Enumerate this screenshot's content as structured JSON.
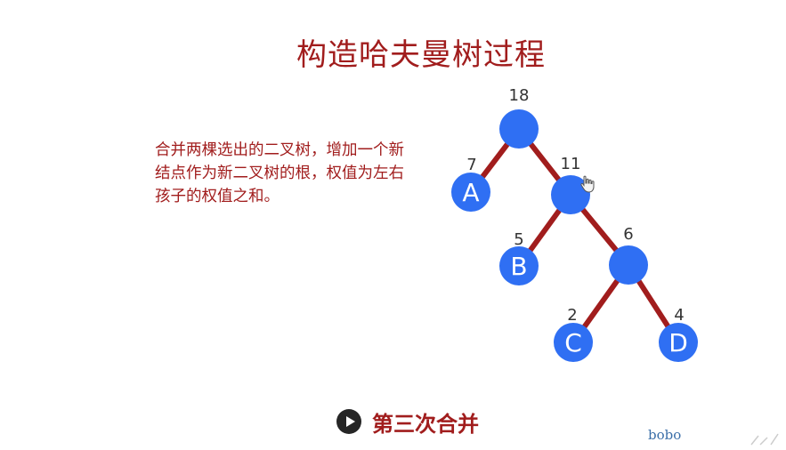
{
  "title": "构造哈夫曼树过程",
  "description_lines": [
    "合并两棵选出的二叉树，增加一个新",
    "结点作为新二叉树的根，权值为左右",
    "孩子的权值之和。"
  ],
  "caption": "第三次合并",
  "watermark": "bobo",
  "colors": {
    "title": "#a11d1d",
    "node": "#2f6ff3",
    "edge": "#a11d1d",
    "weight_label": "#333333",
    "watermark": "#3a6ea8"
  },
  "icons": {
    "play": "play-circle-icon",
    "cursor": "hand-pointer-icon"
  },
  "tree": {
    "nodes": [
      {
        "id": "n18",
        "label": "",
        "weight": "18"
      },
      {
        "id": "nA",
        "label": "A",
        "weight": "7"
      },
      {
        "id": "n11",
        "label": "",
        "weight": "11"
      },
      {
        "id": "nB",
        "label": "B",
        "weight": "5"
      },
      {
        "id": "n6",
        "label": "",
        "weight": "6"
      },
      {
        "id": "nC",
        "label": "C",
        "weight": "2"
      },
      {
        "id": "nD",
        "label": "D",
        "weight": "4"
      }
    ],
    "edges": [
      [
        "n18",
        "nA"
      ],
      [
        "n18",
        "n11"
      ],
      [
        "n11",
        "nB"
      ],
      [
        "n11",
        "n6"
      ],
      [
        "n6",
        "nC"
      ],
      [
        "n6",
        "nD"
      ]
    ]
  }
}
